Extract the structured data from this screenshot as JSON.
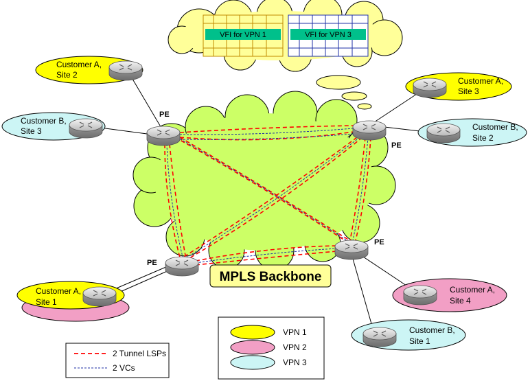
{
  "vfi": {
    "vpn1": "VFI for VPN 1",
    "vpn3": "VFI for VPN 3"
  },
  "backbone_label": "MPLS Backbone",
  "pe_label": "PE",
  "sites": {
    "a2": {
      "line1": "Customer A,",
      "line2": "Site 2"
    },
    "b3": {
      "line1": "Customer B,",
      "line2": "Site 3"
    },
    "a3": {
      "line1": "Customer A,",
      "line2": "Site 3"
    },
    "b2": {
      "line1": "Customer B,",
      "line2": "Site 2"
    },
    "a1": {
      "line1": "Customer A,",
      "line2": "Site 1"
    },
    "a4": {
      "line1": "Customer A,",
      "line2": "Site 4"
    },
    "b1": {
      "line1": "Customer B,",
      "line2": "Site 1"
    }
  },
  "legend_vpn": [
    {
      "label": "VPN 1",
      "color": "#ffff00"
    },
    {
      "label": "VPN 2",
      "color": "#f29fc5"
    },
    {
      "label": "VPN 3",
      "color": "#ccf5f5"
    }
  ],
  "legend_lines": {
    "tunnel": "2 Tunnel LSPs",
    "vc": "2 VCs",
    "tunnel_color": "#ff0000",
    "vc_color": "#1c2fa6"
  },
  "colors": {
    "cloud_fill": "#ccff66",
    "top_cloud_fill": "#ffff99",
    "vpn1": "#ffff00",
    "vpn2": "#f29fc5",
    "vpn3": "#ccf5f5",
    "vfi_band": "#00c08b"
  }
}
